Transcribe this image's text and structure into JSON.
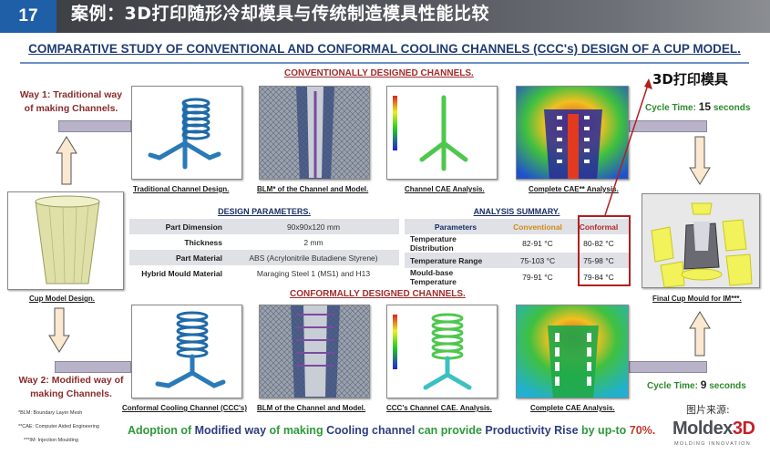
{
  "header": {
    "number": "17",
    "title": "案例：3D打印随形冷却模具与传统制造模具性能比较"
  },
  "study_title": "COMPARATIVE STUDY OF CONVENTIONAL AND CONFORMAL COOLING CHANNELS (CCC's) DESIGN OF A CUP MODEL.",
  "conventional": {
    "section_label": "CONVENTIONALLY DESIGNED CHANNELS.",
    "way_label": "Way 1: Traditional way of making Channels.",
    "cycle_prefix": "Cycle Time:",
    "cycle_value": "15",
    "cycle_unit": "seconds",
    "captions": [
      "Traditional Channel Design.",
      "BLM* of the Channel and Model.",
      "Channel CAE Analysis.",
      "Complete CAE** Analysis."
    ]
  },
  "conformal": {
    "section_label": "CONFORMALLY DESIGNED CHANNELS.",
    "way_label": "Way 2: Modified way of making Channels.",
    "cycle_prefix": "Cycle Time:",
    "cycle_value": "9",
    "cycle_unit": "seconds",
    "captions": [
      "Conformal Cooling Channel (CCC's)",
      "BLM of the Channel and Model.",
      "CCC's Channel CAE. Analysis.",
      "Complete CAE Analysis."
    ]
  },
  "print_label": "3D打印模具",
  "cup_caption": "Cup Model Design.",
  "final_caption": "Final Cup Mould for IM***.",
  "design_params": {
    "title": "DESIGN PARAMETERS.",
    "rows": [
      {
        "label": "Part Dimension",
        "value": "90x90x120 mm"
      },
      {
        "label": "Thickness",
        "value": "2 mm"
      },
      {
        "label": "Part Material",
        "value": "ABS (Acrylonitrile Butadiene Styrene)"
      },
      {
        "label": "Hybrid Mould Material",
        "value": "Maraging Steel 1 (MS1) and H13"
      }
    ]
  },
  "analysis": {
    "title": "ANALYSIS SUMMARY.",
    "headers": [
      "Parameters",
      "Conventional",
      "Conformal"
    ],
    "rows": [
      {
        "param": "Temperature Distribution",
        "conventional": "82-91 °C",
        "conformal": "80-82 °C"
      },
      {
        "param": "Temperature Range",
        "conventional": "75-103 °C",
        "conformal": "75-98 °C"
      },
      {
        "param": "Mould-base Temperature",
        "conventional": "79-91 °C",
        "conformal": "79-84 °C"
      }
    ]
  },
  "notes": [
    "*BLM: Boundary Layer Mesh",
    "**CAE: Computer Aided Engineering",
    "***IM: Injection Moulding"
  ],
  "conclusion": {
    "p1": "Adoption of ",
    "p2": "Modified way ",
    "p3": "of making ",
    "p4": "Cooling channel ",
    "p5": "can provide ",
    "p6": "Productivity Rise ",
    "p7": "by up-to ",
    "p8": "70%."
  },
  "source_label": "图片来源:",
  "logo": {
    "main": "Moldex",
    "accent": "3D",
    "tagline": "MOLDING INNOVATION"
  },
  "colors": {
    "header_num_bg": "#1f5fa8",
    "title_blue": "#1f3c73",
    "section_red": "#a12c2c",
    "cycle_green": "#2d8a2d",
    "highlight_red": "#b02020"
  }
}
